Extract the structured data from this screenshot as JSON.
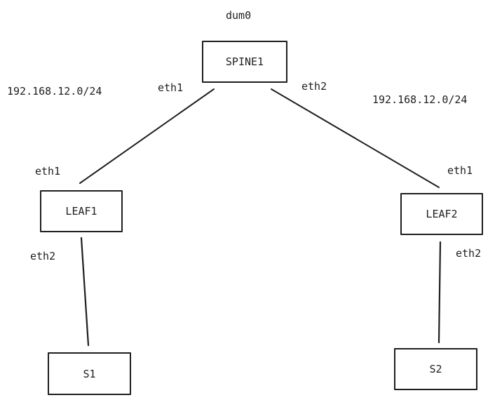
{
  "nodes": {
    "spine1": "SPINE1",
    "leaf1": "LEAF1",
    "leaf2": "LEAF2",
    "s1": "S1",
    "s2": "S2"
  },
  "labels": {
    "spine_iface": "dum0",
    "spine_eth1": "eth1",
    "spine_eth2": "eth2",
    "subnet_left": "192.168.12.0/24",
    "subnet_right": "192.168.12.0/24",
    "leaf1_eth1": "eth1",
    "leaf1_eth2": "eth2",
    "leaf2_eth1": "eth1",
    "leaf2_eth2": "eth2"
  },
  "colors": {
    "stroke": "#1e1e1e",
    "background": "#ffffff"
  }
}
